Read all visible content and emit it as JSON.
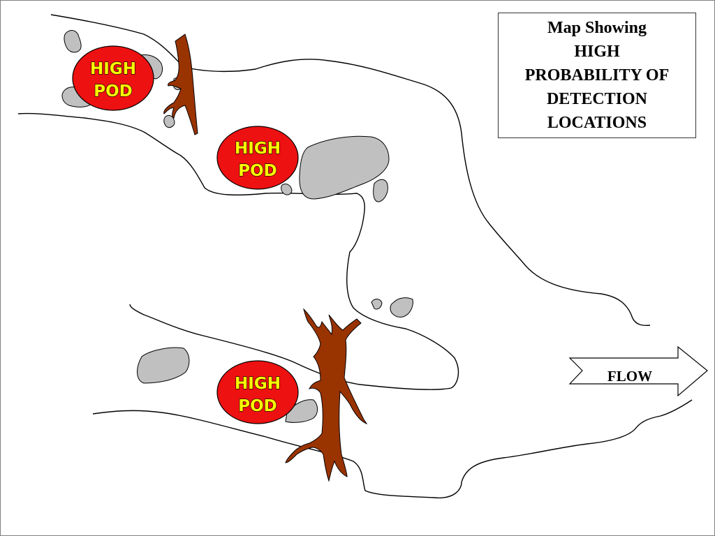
{
  "title_box": {
    "lines": [
      "Map Showing",
      "HIGH",
      "PROBABILITY OF",
      "DETECTION",
      "LOCATIONS"
    ]
  },
  "pods": [
    {
      "line1": "HIGH",
      "line2": "POD"
    },
    {
      "line1": "HIGH",
      "line2": "POD"
    },
    {
      "line1": "HIGH",
      "line2": "POD"
    }
  ],
  "flow": {
    "label": "FLOW"
  },
  "colors": {
    "pod_fill": "#ee1111",
    "pod_text": "#ffff00",
    "rock": "#c0c0c0",
    "log": "#993300",
    "river_line": "#000000"
  }
}
